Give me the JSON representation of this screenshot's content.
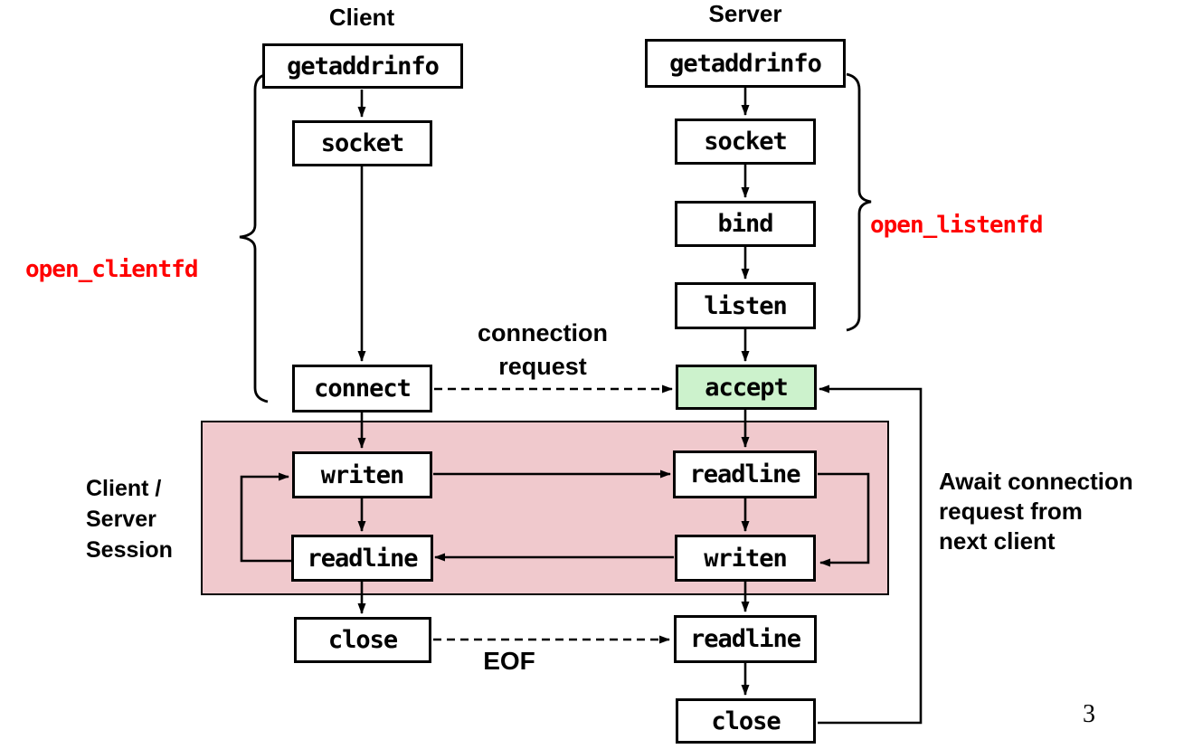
{
  "page": {
    "number": "3"
  },
  "columns": {
    "client": {
      "title": "Client",
      "nodes": [
        {
          "label": "getaddrinfo"
        },
        {
          "label": "socket"
        },
        {
          "label": "connect"
        },
        {
          "label": "writen"
        },
        {
          "label": "readline"
        },
        {
          "label": "close"
        }
      ]
    },
    "server": {
      "title": "Server",
      "nodes": [
        {
          "label": "getaddrinfo"
        },
        {
          "label": "socket"
        },
        {
          "label": "bind"
        },
        {
          "label": "listen"
        },
        {
          "label": "accept",
          "highlighted": true
        },
        {
          "label": "readline"
        },
        {
          "label": "writen"
        },
        {
          "label": "readline"
        },
        {
          "label": "close"
        }
      ]
    }
  },
  "labels": {
    "open_clientfd": "open_clientfd",
    "open_listenfd": "open_listenfd",
    "connection_request_line1": "connection",
    "connection_request_line2": "request",
    "eof": "EOF",
    "session_line1": "Client /",
    "session_line2": "Server",
    "session_line3": "Session",
    "await_line1": "Await connection",
    "await_line2": "request from",
    "await_line3": "next client"
  },
  "colors": {
    "accept_highlight": "#ccf2cc",
    "session_background": "#f0c9cd",
    "helper_label_red": "#ff0000",
    "line_color": "#000000"
  }
}
